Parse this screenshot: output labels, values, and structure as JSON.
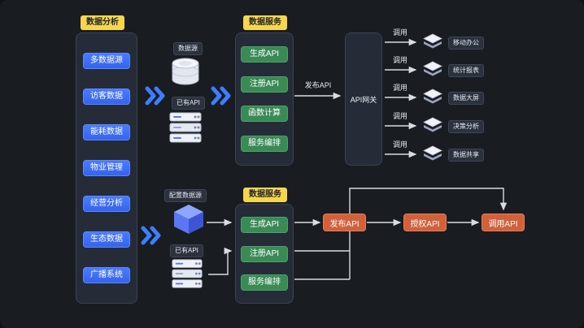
{
  "colors": {
    "background": "#191c21",
    "panel": "#252b37",
    "accent_blue": "#3d7eff",
    "green": "#3a8a56",
    "orange": "#d2603a",
    "yellow": "#f6d64a",
    "arrow": "#d8dce3"
  },
  "left_panel": {
    "title": "数据分析",
    "items": [
      "多数据源",
      "访客数据",
      "能耗数据",
      "物业管理",
      "经营分析",
      "生态数据",
      "广播系统"
    ]
  },
  "top_flow": {
    "source_label": "数据源",
    "existing_api_label": "已有API",
    "service_panel": {
      "title": "数据服务",
      "items": [
        "生成API",
        "注册API",
        "函数计算",
        "服务编排"
      ]
    },
    "publish_arrow_label": "发布API",
    "gateway_label": "API网关",
    "call_label": "调用",
    "consumers": [
      "移动办公",
      "统计报表",
      "数据大屏",
      "决策分析",
      "数据共享"
    ]
  },
  "bottom_flow": {
    "config_label": "配置数据源",
    "existing_api_label": "已有API",
    "service_panel": {
      "title": "数据服务",
      "items": [
        "生成API",
        "注册API",
        "服务编排"
      ]
    },
    "steps": [
      "发布API",
      "授权API",
      "调用API"
    ]
  }
}
